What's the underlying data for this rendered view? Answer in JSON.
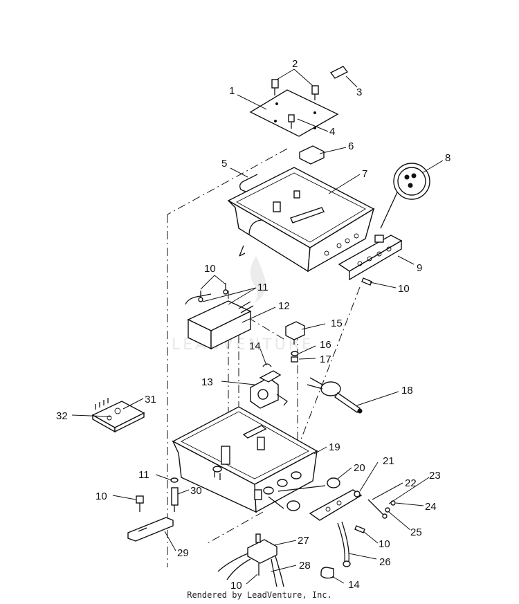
{
  "watermark": "LEADVENTURE",
  "credit": "Rendered by LeadVenture, Inc.",
  "callouts": {
    "c1": "1",
    "c2": "2",
    "c3": "3",
    "c4": "4",
    "c5": "5",
    "c6": "6",
    "c7": "7",
    "c8": "8",
    "c9": "9",
    "c10a": "10",
    "c10b": "10",
    "c10c": "10",
    "c10d": "10",
    "c10e": "10",
    "c11a": "11",
    "c11b": "11",
    "c12": "12",
    "c13": "13",
    "c14a": "14",
    "c14b": "14",
    "c15": "15",
    "c16": "16",
    "c17": "17",
    "c18": "18",
    "c19": "19",
    "c20": "20",
    "c21": "21",
    "c22": "22",
    "c23": "23",
    "c24": "24",
    "c25": "25",
    "c26": "26",
    "c27": "27",
    "c28": "28",
    "c29": "29",
    "c30": "30",
    "c31": "31",
    "c32": "32"
  }
}
